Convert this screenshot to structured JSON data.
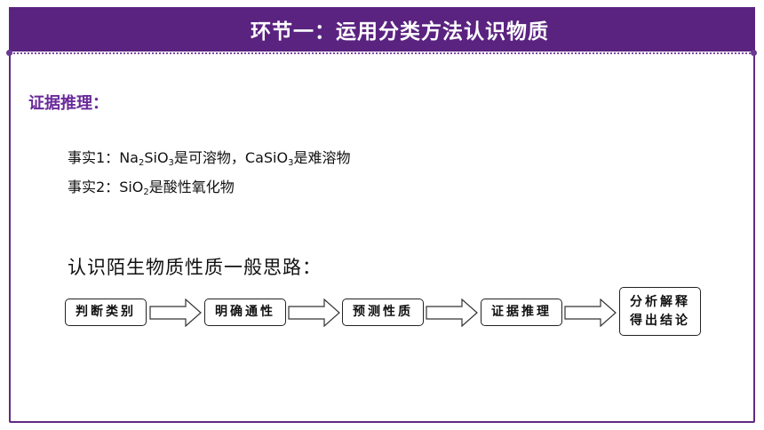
{
  "header": {
    "title": "环节一：运用分类方法认识物质"
  },
  "section": {
    "label": "证据推理："
  },
  "facts": [
    {
      "prefix": "事实1：",
      "f1_a": "Na",
      "f1_sub1": "2",
      "f1_b": "SiO",
      "f1_sub2": "3",
      "f1_c": "是可溶物，CaSiO",
      "f1_sub3": "3",
      "f1_d": "是难溶物"
    },
    {
      "prefix": "事实2：",
      "f2_a": "SiO",
      "f2_sub1": "2",
      "f2_b": "是酸性氧化物"
    }
  ],
  "heading": "认识陌生物质性质一般思路：",
  "flow": {
    "steps": [
      "判断类别",
      "明确通性",
      "预测性质",
      "证据推理"
    ],
    "final_line1": "分析解释",
    "final_line2": "得出结论"
  },
  "colors": {
    "header_bg": "#5a2380",
    "accent": "#6a2a9a",
    "frame": "#5e2a86"
  }
}
